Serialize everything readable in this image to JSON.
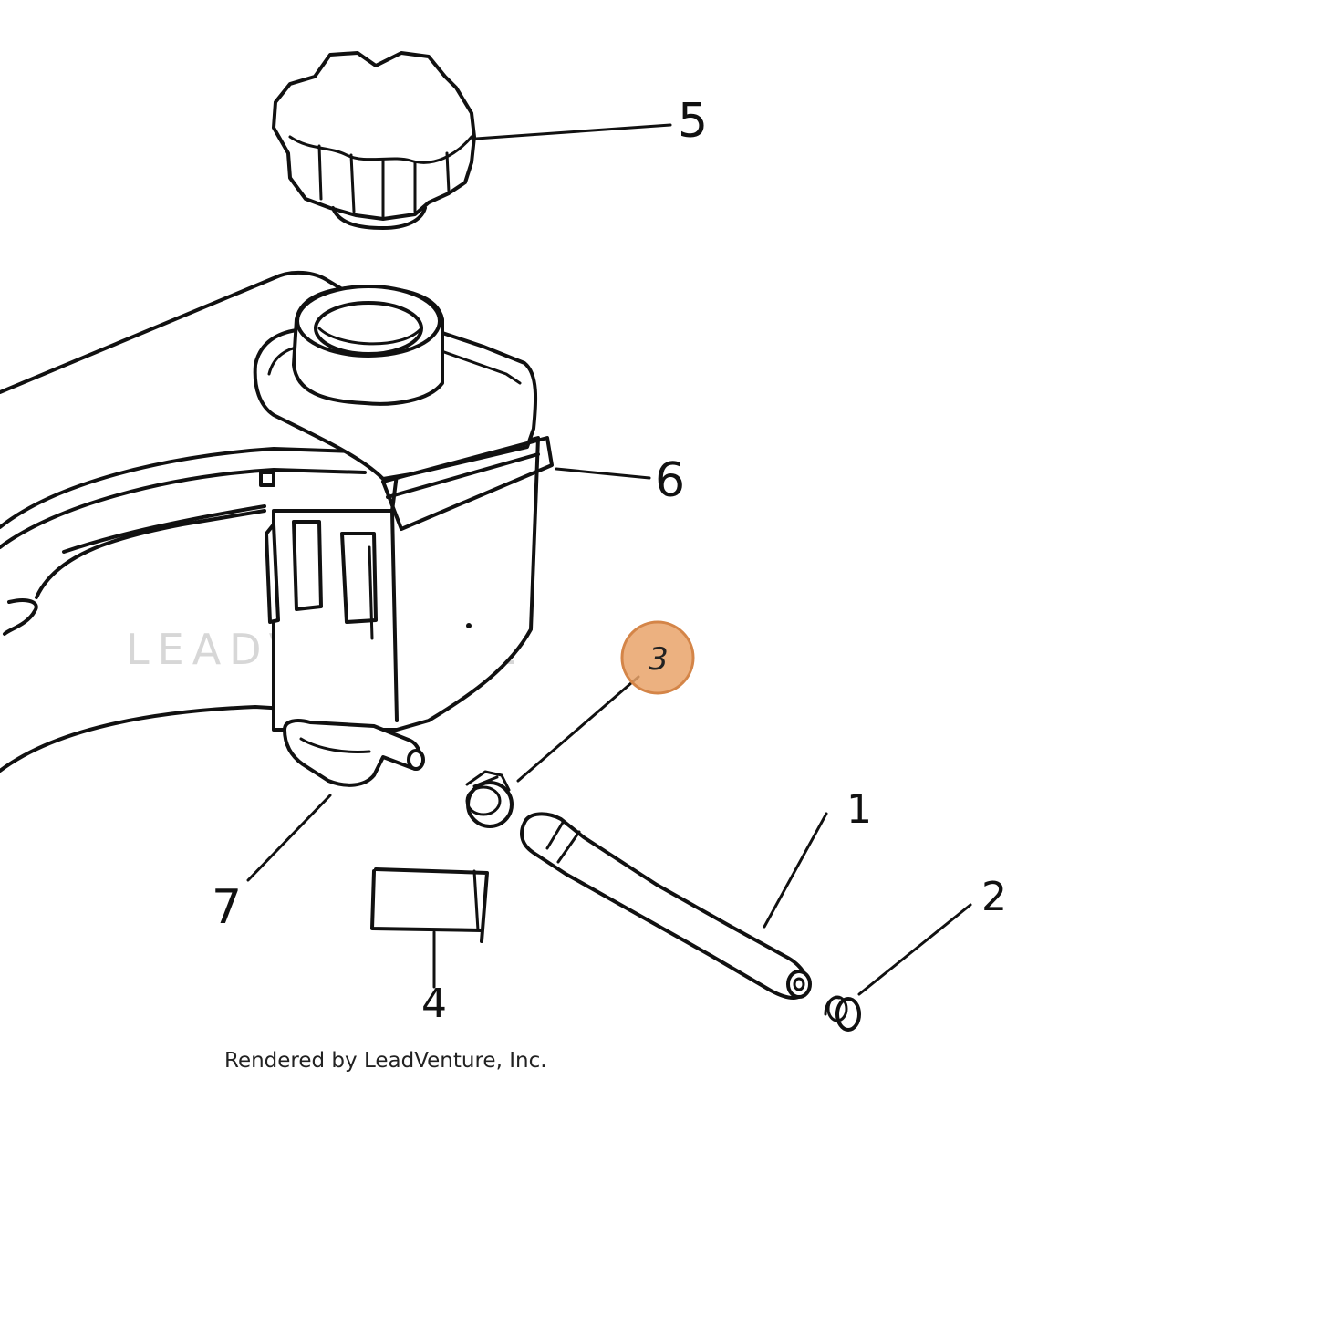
{
  "callouts": [
    {
      "id": "1",
      "label": "1"
    },
    {
      "id": "2",
      "label": "2"
    },
    {
      "id": "3",
      "label": "3",
      "highlighted": true
    },
    {
      "id": "4",
      "label": "4"
    },
    {
      "id": "5",
      "label": "5"
    },
    {
      "id": "6",
      "label": "6"
    },
    {
      "id": "7",
      "label": "7"
    }
  ],
  "watermark": "LEADVENTURE",
  "credit": "Rendered by LeadVenture, Inc.",
  "colors": {
    "highlight": "#e9a36a",
    "line": "#111111",
    "watermark": "#d7d7d7"
  }
}
